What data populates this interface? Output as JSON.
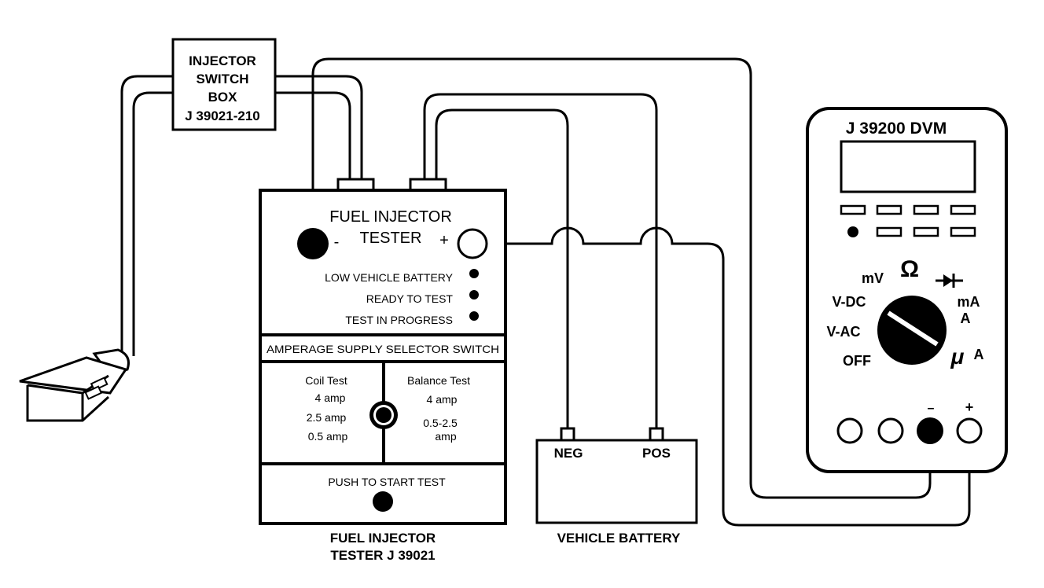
{
  "switch_box": {
    "line1": "INJECTOR",
    "line2": "SWITCH",
    "line3": "BOX",
    "line4": "J 39021-210"
  },
  "tester": {
    "title1": "FUEL INJECTOR",
    "title2": "TESTER",
    "minus": "-",
    "plus": "+",
    "indicators": [
      "LOW VEHICLE BATTERY",
      "READY TO TEST",
      "TEST IN PROGRESS"
    ],
    "selector_label": "AMPERAGE SUPPLY SELECTOR SWITCH",
    "coil_title": "Coil Test",
    "coil_options": [
      "4 amp",
      "2.5 amp",
      "0.5 amp"
    ],
    "balance_title": "Balance Test",
    "balance_options": [
      "4 amp",
      "0.5-2.5",
      "amp"
    ],
    "push_label": "PUSH TO START TEST",
    "caption1": "FUEL INJECTOR",
    "caption2": "TESTER J 39021"
  },
  "battery": {
    "neg": "NEG",
    "pos": "POS",
    "caption": "VEHICLE BATTERY"
  },
  "dvm": {
    "title": "J 39200 DVM",
    "mv": "mV",
    "ohm": "Ω",
    "vdc": "V-DC",
    "vac": "V-AC",
    "off": "OFF",
    "ma": "mA",
    "a": "A",
    "ua_mu": "μ",
    "ua_a": "A",
    "jack_minus": "–",
    "jack_plus": "+"
  }
}
